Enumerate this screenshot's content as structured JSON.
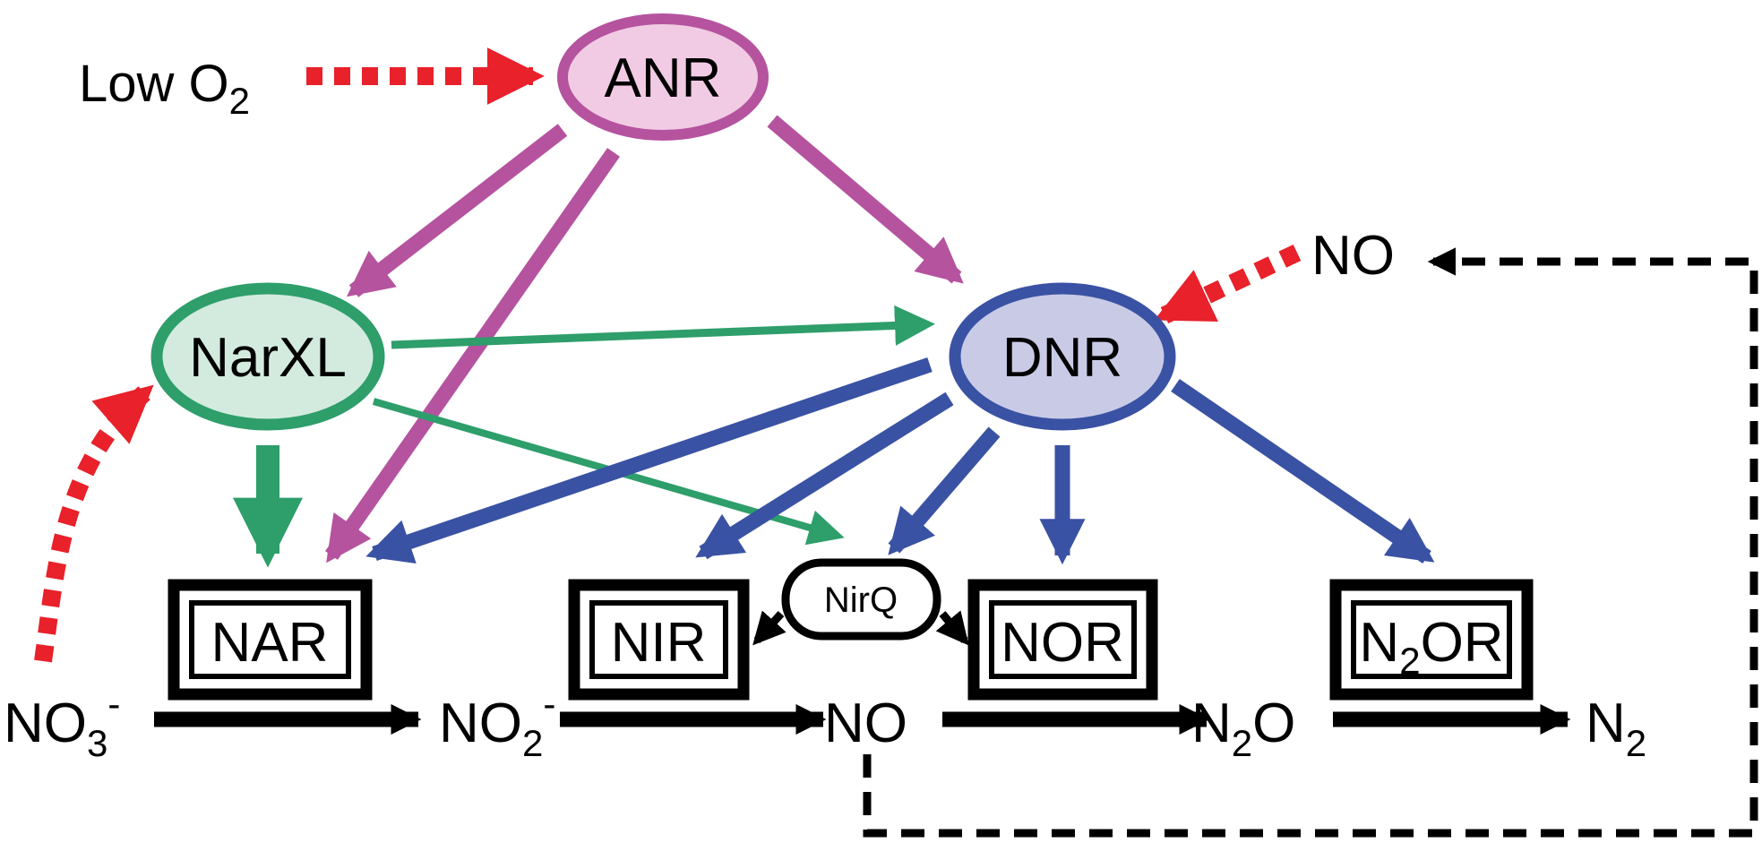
{
  "nodes": {
    "anr": {
      "label": "ANR"
    },
    "narxl": {
      "label": "NarXL"
    },
    "dnr": {
      "label": "DNR"
    },
    "nirq": {
      "label": "NirQ"
    }
  },
  "enzymes": {
    "nar": {
      "label": "NAR"
    },
    "nir": {
      "label": "NIR"
    },
    "nor": {
      "label": "NOR"
    },
    "n2or": {
      "prefix": "N",
      "sub": "2",
      "rest": "OR"
    }
  },
  "signals": {
    "low_o2": {
      "text": "Low O",
      "sub": "2"
    },
    "no_signal": {
      "text": "NO"
    }
  },
  "species": {
    "no3": {
      "base": "NO",
      "sub": "3",
      "sup": "-"
    },
    "no2": {
      "base": "NO",
      "sub": "2",
      "sup": "-"
    },
    "no": {
      "base": "NO"
    },
    "n2o": {
      "base": "N",
      "sub": "2",
      "rest": "O"
    },
    "n2": {
      "base": "N",
      "sub": "2"
    }
  },
  "colors": {
    "anr_stroke": "#b5539f",
    "anr_fill": "#f1cbe3",
    "narxl_stroke": "#2e9e6b",
    "narxl_fill": "#d3ebdf",
    "dnr_stroke": "#3a52a3",
    "dnr_fill": "#c9cbe6",
    "signal_red": "#e8212a",
    "black": "#000000"
  },
  "icons": {
    "activation": "arrow-icon",
    "signal": "dotted-arrow-icon",
    "feedback": "dashed-arrow-icon"
  }
}
